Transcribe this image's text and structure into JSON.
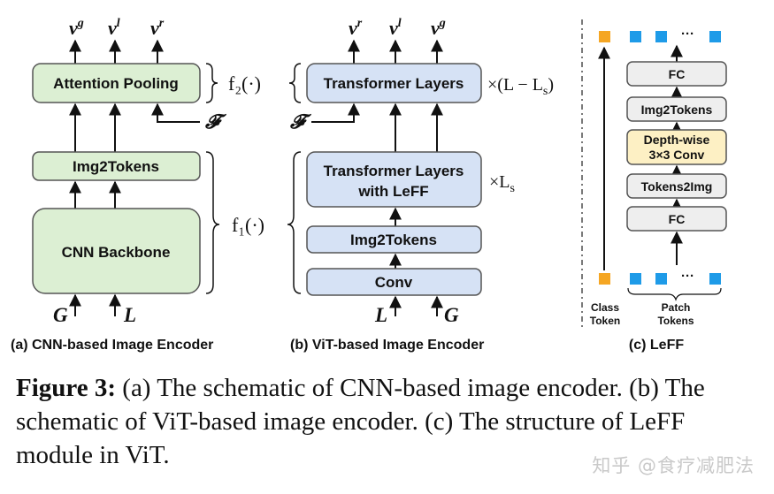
{
  "panel_a": {
    "outputs": [
      "v",
      "v",
      "v"
    ],
    "output_sups": [
      "g",
      "l",
      "r"
    ],
    "attention_pooling": "Attention Pooling",
    "img2tokens": "Img2Tokens",
    "cnn_backbone": "CNN Backbone",
    "inputs": [
      "G",
      "L"
    ],
    "f2": "f₂(·)",
    "f1": "f₁(·)",
    "F": "𝓕",
    "caption": "(a) CNN-based Image Encoder"
  },
  "panel_b": {
    "outputs": [
      "v",
      "v",
      "v"
    ],
    "output_sups": [
      "r",
      "l",
      "g"
    ],
    "transformer_layers": "Transformer Layers",
    "times_l_minus_ls": "×(L − L",
    "times_l_minus_ls_sub": "s",
    "times_l_minus_ls_end": ")",
    "transformer_leff_line1": "Transformer Layers",
    "transformer_leff_line2": "with LeFF",
    "times_ls": "×L",
    "times_ls_sub": "s",
    "img2tokens": "Img2Tokens",
    "conv": "Conv",
    "inputs": [
      "L",
      "G"
    ],
    "F": "𝓕",
    "caption": "(b) ViT-based Image Encoder"
  },
  "panel_c": {
    "fc_top": "FC",
    "img2tokens": "Img2Tokens",
    "dwconv_line1": "Depth-wise",
    "dwconv_line2": "3×3 Conv",
    "tokens2img": "Tokens2Img",
    "fc_bottom": "FC",
    "ellipsis": "···",
    "class_token_line1": "Class",
    "class_token_line2": "Token",
    "patch_tokens_line1": "Patch",
    "patch_tokens_line2": "Tokens",
    "caption": "(c) LeFF"
  },
  "colors": {
    "green_fill": "#dcefd3",
    "blue_fill": "#d6e2f5",
    "gray_fill": "#eeeeee",
    "yellow_fill": "#fdf0c4",
    "token_blue": "#1e9be8",
    "token_orange": "#f5a623"
  },
  "figure_caption": {
    "label": "Figure 3:",
    "text": " (a) The schematic of CNN-based image encoder. (b) The schematic of ViT-based image encoder. (c) The structure of LeFF module in ViT."
  },
  "watermark": "知乎 @食疗减肥法"
}
